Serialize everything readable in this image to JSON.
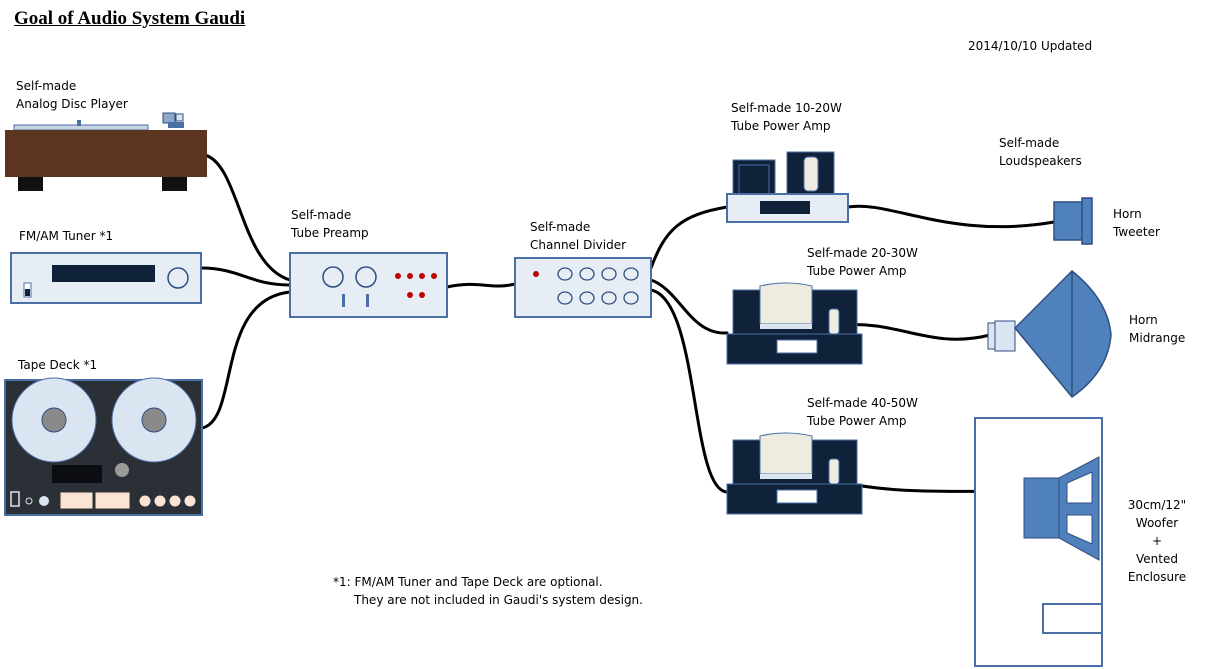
{
  "title": "Goal of Audio System Gaudi",
  "updated": "2014/10/10 Updated",
  "labels": {
    "disc_player": [
      "Self-made",
      "Analog Disc Player"
    ],
    "tuner": "FM/AM Tuner  *1",
    "tape_deck": "Tape Deck  *1",
    "preamp": [
      "Self-made",
      "Tube Preamp"
    ],
    "divider": [
      "Self-made",
      "Channel Divider"
    ],
    "amp_high": [
      "Self-made 10-20W",
      "Tube Power Amp"
    ],
    "amp_mid": [
      "Self-made 20-30W",
      "Tube Power Amp"
    ],
    "amp_low": [
      "Self-made 40-50W",
      "Tube Power Amp"
    ],
    "loudspeakers": [
      "Self-made",
      "Loudspeakers"
    ],
    "tweeter": [
      "Horn",
      "Tweeter"
    ],
    "midrange": [
      "Horn",
      "Midrange"
    ],
    "woofer": [
      "30cm/12\"",
      "Woofer",
      "+",
      "Vented",
      "Enclosure"
    ]
  },
  "footnote": {
    "line1": "*1: FM/AM Tuner and Tape Deck are optional.",
    "line2": "They are not included in Gaudi's system design."
  },
  "colors": {
    "panel_fill": "#e6edf5",
    "panel_stroke": "#4a6fa5",
    "tube_dark": "#10213a",
    "speaker_blue": "#4f81bd",
    "wood": "#5b3520",
    "led_red": "#c00000"
  },
  "icons": [
    "turntable",
    "tuner",
    "tape-deck",
    "preamp",
    "channel-divider",
    "power-amp",
    "horn-tweeter",
    "horn-midrange",
    "woofer-enclosure"
  ]
}
